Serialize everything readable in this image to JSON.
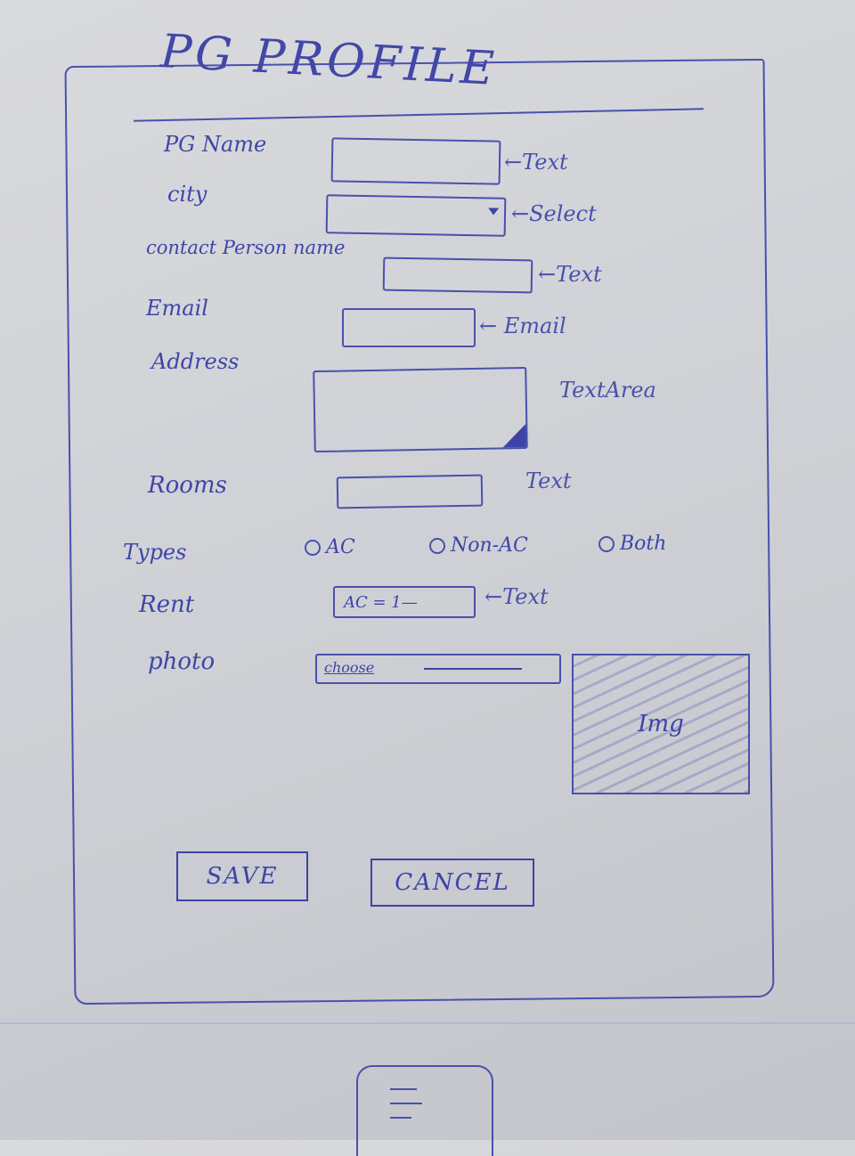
{
  "title": "PG PROFILE",
  "fields": {
    "pg_name": {
      "label": "PG Name",
      "note": "←Text"
    },
    "city": {
      "label": "city",
      "note": "←Select"
    },
    "contact_person": {
      "label": "contact Person name",
      "note": "←Text"
    },
    "email": {
      "label": "Email",
      "note": "← Email"
    },
    "address": {
      "label": "Address",
      "note": "TextArea"
    },
    "rooms": {
      "label": "Rooms",
      "note": "Text"
    },
    "types": {
      "label": "Types",
      "options": [
        "AC",
        "Non-AC",
        "Both"
      ]
    },
    "rent": {
      "label": "Rent",
      "value": "AC = 1—",
      "note": "←Text"
    },
    "photo": {
      "label": "photo",
      "choose_label": "choose",
      "preview_label": "Img"
    }
  },
  "buttons": {
    "save": "SAVE",
    "cancel": "CANCEL"
  },
  "colors": {
    "ink": "#3d43a6",
    "paper": "#d4d6da"
  }
}
